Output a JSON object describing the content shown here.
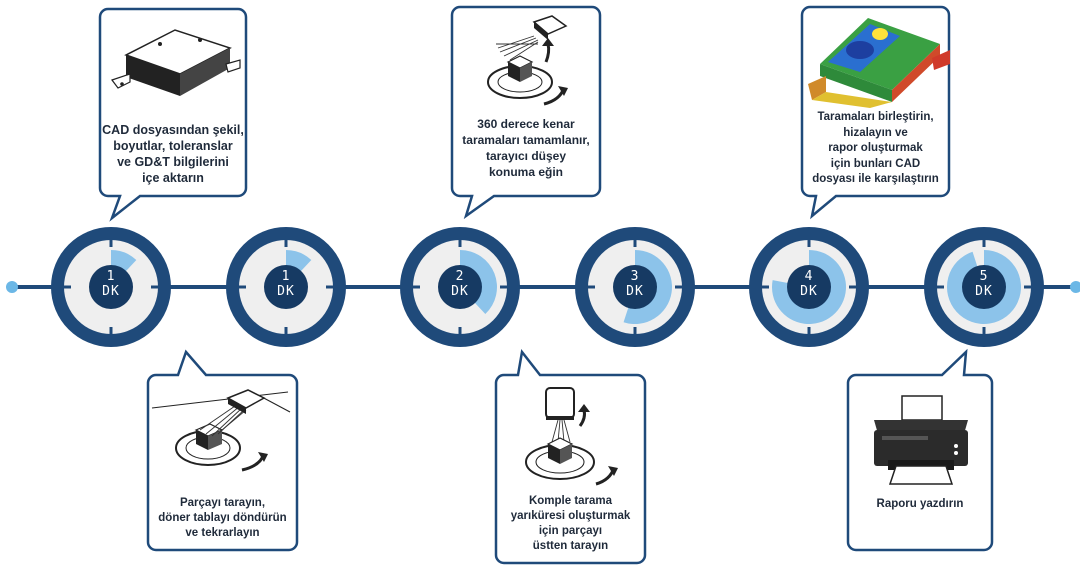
{
  "colors": {
    "navy": "#1f4a7a",
    "dark_navy": "#163a63",
    "light_blue": "#8cc3ea",
    "dot_blue": "#6bb7e6",
    "dial_face": "#efefef",
    "bubble_border": "#1f4a7a"
  },
  "steps": [
    {
      "time": "1",
      "unit": "DK",
      "progress": 0.12
    },
    {
      "time": "1",
      "unit": "DK",
      "progress": 0.12
    },
    {
      "time": "2",
      "unit": "DK",
      "progress": 0.38
    },
    {
      "time": "3",
      "unit": "DK",
      "progress": 0.55
    },
    {
      "time": "4",
      "unit": "DK",
      "progress": 0.78
    },
    {
      "time": "5",
      "unit": "DK",
      "progress": 0.95
    }
  ],
  "callouts": [
    {
      "icon": "cad-part-icon",
      "lines": [
        "CAD dosyasından şekil,",
        "boyutlar, toleranslar",
        "ve GD&T bilgilerini",
        "içe aktarın"
      ]
    },
    {
      "icon": "turntable-scan-icon",
      "lines": [
        "Parçayı tarayın,",
        "döner tablayı döndürün",
        "ve tekrarlayın"
      ]
    },
    {
      "icon": "edge-scan-icon",
      "lines": [
        "360 derece kenar",
        "taramaları tamamlanır,",
        "tarayıcı düşey",
        "konuma eğin"
      ]
    },
    {
      "icon": "top-scan-icon",
      "lines": [
        "Komple tarama",
        "yarıküresi oluşturmak",
        "için parçayı",
        "üstten tarayın"
      ]
    },
    {
      "icon": "color-map-part-icon",
      "lines": [
        "Taramaları birleştirin,",
        "hizalayın ve",
        "rapor oluşturmak",
        "için bunları CAD",
        "dosyası ile karşılaştırın"
      ]
    },
    {
      "icon": "printer-icon",
      "lines": [
        "Raporu yazdırın"
      ]
    }
  ]
}
